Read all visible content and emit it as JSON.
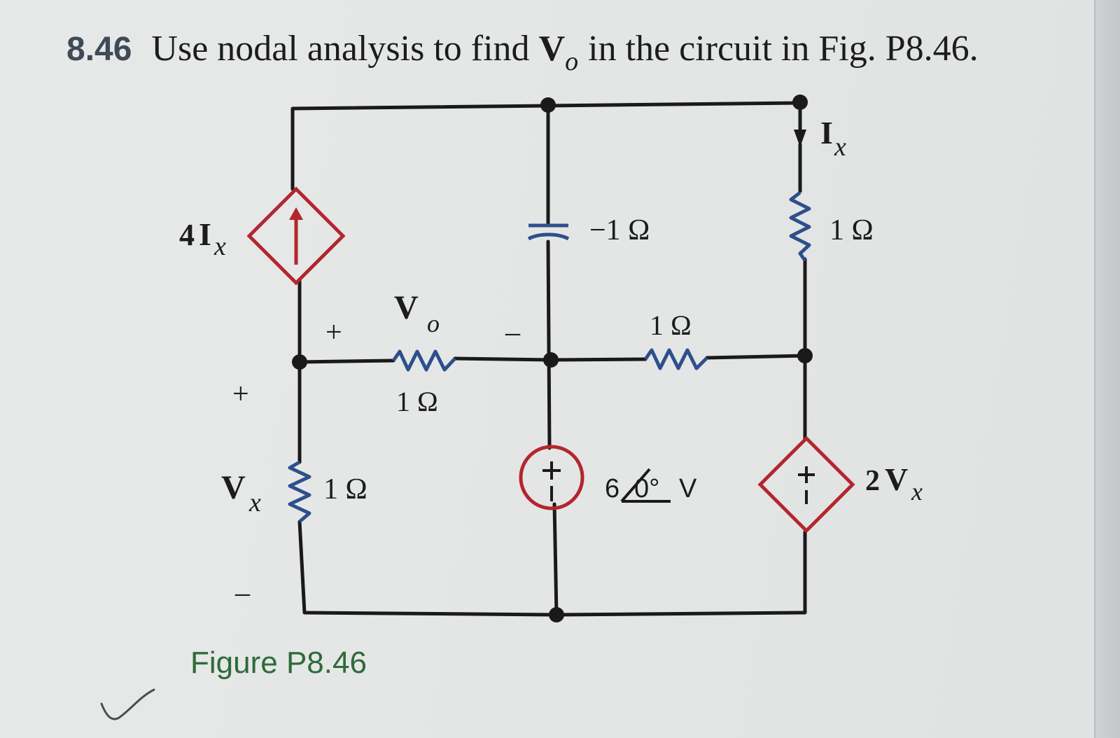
{
  "problem": {
    "number": "8.46",
    "text_before": "Use nodal analysis to find",
    "symbol": "V",
    "subscript": "o",
    "text_after": "in the circuit in Fig. P8.46."
  },
  "figure": {
    "caption": "Figure P8.46",
    "labels": {
      "dep_current_coef": "4",
      "dep_current_var": "I",
      "dep_current_sub": "x",
      "ix_var": "I",
      "ix_sub": "x",
      "cap_value": "−1 Ω",
      "r_right_top": "1 Ω",
      "r_mid_right": "1 Ω",
      "r_mid_left": "1 Ω",
      "r_left_bottom": "1 Ω",
      "vo_var": "V",
      "vo_sub": "o",
      "vo_plus": "+",
      "vo_minus": "–",
      "vx_var": "V",
      "vx_sub": "x",
      "vx_plus": "+",
      "vx_minus": "–",
      "source_value": "6",
      "source_angle": "0°",
      "source_unit": "V",
      "dep_voltage_coef": "2",
      "dep_voltage_var": "V",
      "dep_voltage_sub": "x",
      "src_plus": "+",
      "src_minus": "–"
    },
    "colors": {
      "wire": "#1a1a1a",
      "resistor": "#2e4f8c",
      "source": "#b3262f"
    }
  }
}
